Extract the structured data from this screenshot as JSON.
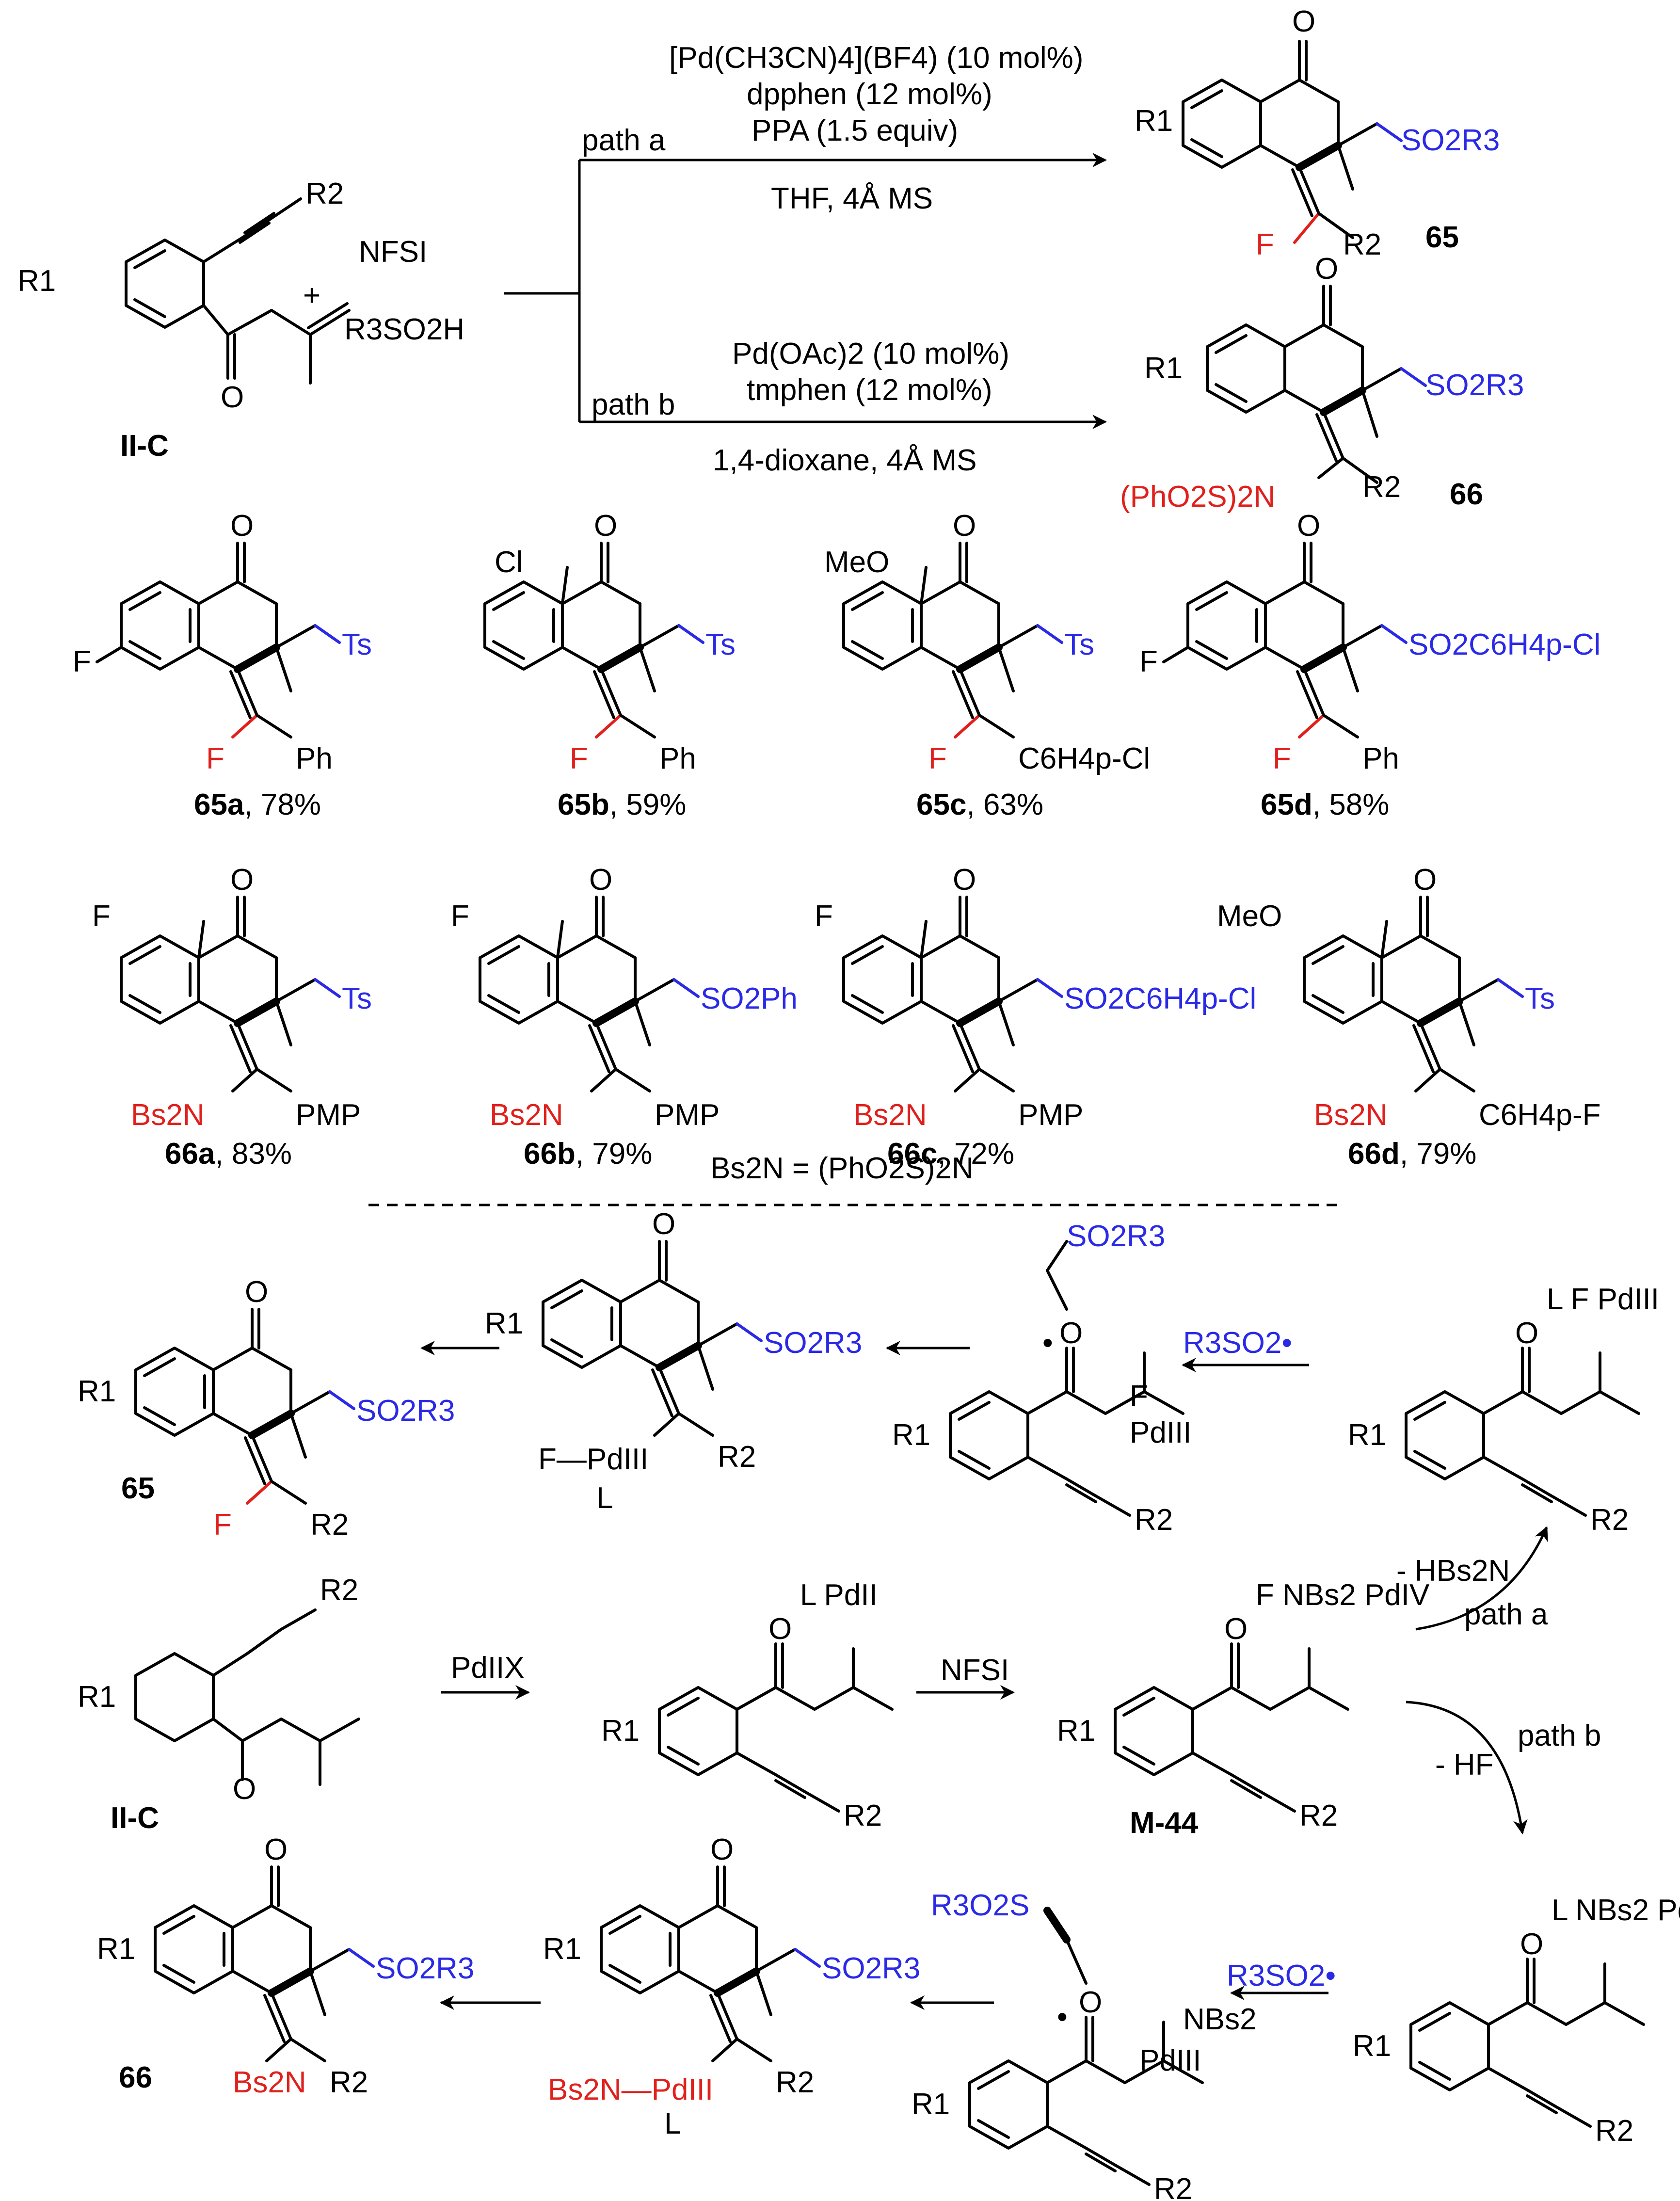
{
  "top": {
    "path_a": {
      "label": "path a",
      "cond1": "[Pd(CH3CN)4](BF4) (10 mol%)",
      "cond2": "dpphen (12 mol%)",
      "cond3": "PPA (1.5 equiv)",
      "cond4": "THF, 4Å MS"
    },
    "path_b": {
      "label": "path b",
      "cond1": "Pd(OAc)2 (10 mol%)",
      "cond2": "tmphen (12 mol%)",
      "cond3": "1,4-dioxane, 4Å MS"
    },
    "reagent1": "NFSI",
    "reagent2": "R3SO2H",
    "plus": "+",
    "substrate_label": "II-C",
    "product_a_label": "65",
    "product_b_label": "66",
    "r1": "R1",
    "r2": "R2",
    "so2r3": "SO2R3",
    "f": "F",
    "n_group": "(PhO2S)2N",
    "o": "O"
  },
  "examples": {
    "row1": [
      {
        "id": "65a",
        "yield": ", 78%",
        "sub": "F",
        "sulfonyl": "Ts",
        "aryl": "Ph",
        "hetero": "F"
      },
      {
        "id": "65b",
        "yield": ", 59%",
        "sub": "Cl",
        "sulfonyl": "Ts",
        "aryl": "Ph",
        "hetero": "F"
      },
      {
        "id": "65c",
        "yield": ", 63%",
        "sub": "MeO",
        "sulfonyl": "Ts",
        "aryl": "C6H4p-Cl",
        "hetero": "F"
      },
      {
        "id": "65d",
        "yield": ", 58%",
        "sub": "F",
        "sulfonyl": "SO2C6H4p-Cl",
        "aryl": "Ph",
        "hetero": "F"
      }
    ],
    "row2": [
      {
        "id": "66a",
        "yield": ", 83%",
        "sub": "F",
        "sulfonyl": "Ts",
        "aryl": "PMP",
        "hetero": "Bs2N"
      },
      {
        "id": "66b",
        "yield": ", 79%",
        "sub": "F",
        "sulfonyl": "SO2Ph",
        "aryl": "PMP",
        "hetero": "Bs2N"
      },
      {
        "id": "66c",
        "yield": ", 72%",
        "sub": "F",
        "sulfonyl": "SO2C6H4p-Cl",
        "aryl": "PMP",
        "hetero": "Bs2N"
      },
      {
        "id": "66d",
        "yield": ", 79%",
        "sub": "MeO",
        "sulfonyl": "Ts",
        "aryl": "C6H4p-F",
        "hetero": "Bs2N"
      }
    ],
    "footnote": "Bs2N = (PhO2S)2N"
  },
  "mechanism": {
    "radical": "R3SO2•",
    "hbs2n": "- HBs2N",
    "hf": "- HF",
    "path_a": "path a",
    "path_b": "path b",
    "pd2x": "PdIIX",
    "nfsi": "NFSI",
    "m44": "M-44",
    "substrate": "II-C",
    "product65": "65",
    "product66": "66",
    "L": "L",
    "F": "F",
    "NBs2": "NBs2",
    "PdII": "PdII",
    "PdIII": "PdIII",
    "PdIV": "PdIV",
    "Bs2N": "Bs2N",
    "R3O2S": "R3O2S",
    "SO2R3": "SO2R3",
    "R1": "R1",
    "R2": "R2",
    "O": "O"
  }
}
